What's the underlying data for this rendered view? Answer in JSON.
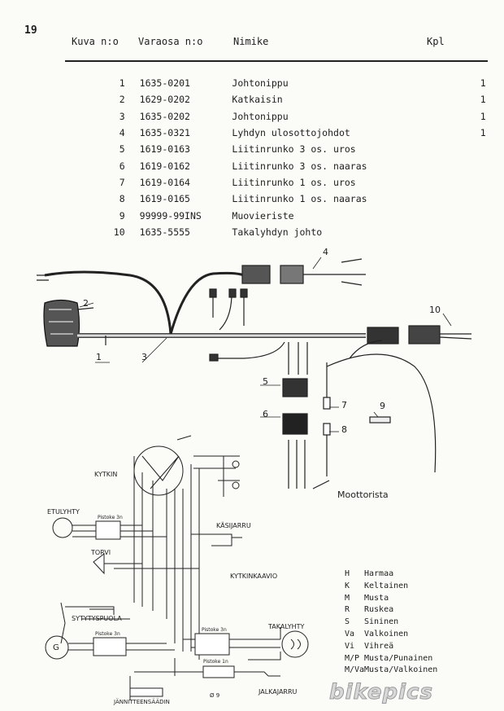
{
  "page_number": "19",
  "header": {
    "col_fig": "Kuva n:o",
    "col_part": "Varaosa n:o",
    "col_name": "Nimike",
    "col_qty": "Kpl"
  },
  "parts": [
    {
      "no": "1",
      "part": "1635-0201",
      "name": "Johtonippu",
      "qty": "1"
    },
    {
      "no": "2",
      "part": "1629-0202",
      "name": "Katkaisin",
      "qty": "1"
    },
    {
      "no": "3",
      "part": "1635-0202",
      "name": "Johtonippu",
      "qty": "1"
    },
    {
      "no": "4",
      "part": "1635-0321",
      "name": "Lyhdyn ulosottojohdot",
      "qty": "1"
    },
    {
      "no": "5",
      "part": "1619-0163",
      "name": "Liitinrunko 3 os. uros",
      "qty": ""
    },
    {
      "no": "6",
      "part": "1619-0162",
      "name": "Liitinrunko 3 os. naaras",
      "qty": ""
    },
    {
      "no": "7",
      "part": "1619-0164",
      "name": "Liitinrunko 1 os. uros",
      "qty": ""
    },
    {
      "no": "8",
      "part": "1619-0165",
      "name": "Liitinrunko 1 os. naaras",
      "qty": ""
    },
    {
      "no": "9",
      "part": "99999-99INS",
      "name": "Muovieriste",
      "qty": ""
    },
    {
      "no": "10",
      "part": "1635-5555",
      "name": "Takalyhdyn johto",
      "qty": ""
    }
  ],
  "callouts": [
    "1",
    "2",
    "3",
    "4",
    "5",
    "6",
    "7",
    "8",
    "9",
    "10"
  ],
  "labels": {
    "moottorista": "Moottorista",
    "kytkin": "KYTKIN",
    "etulyhty": "ETULYHTY",
    "kasijarru": "KÄSIJARRU",
    "torvi": "TORVI",
    "kytkinkaavio": "KYTKINKAAVIO",
    "sytytyspuola": "SYTYTYSPUOLA",
    "takalyhty": "TAKALYHTY",
    "jalkajarru": "JALKAJARRU",
    "g": "G",
    "pistoke3n_a": "Pistoke 3n",
    "pistoke3n_b": "Pistoke 3n",
    "pistoke3n_c": "Pistoke 3n",
    "pistoke1n": "Pistoke 1n",
    "jannitteensaadin": "JÄNNITTEENSÄÄDIN",
    "handnote": "Ø 9"
  },
  "legend": [
    {
      "code": "H",
      "color": "Harmaa"
    },
    {
      "code": "K",
      "color": "Keltainen"
    },
    {
      "code": "M",
      "color": "Musta"
    },
    {
      "code": "R",
      "color": "Ruskea"
    },
    {
      "code": "S",
      "color": "Sininen"
    },
    {
      "code": "Va",
      "color": "Valkoinen"
    },
    {
      "code": "Vi",
      "color": "Vihreä"
    },
    {
      "code": "M/P",
      "color": "Musta/Punainen"
    },
    {
      "code": "M/Va",
      "color": "Musta/Valkoinen"
    }
  ],
  "watermark": "bikepics"
}
